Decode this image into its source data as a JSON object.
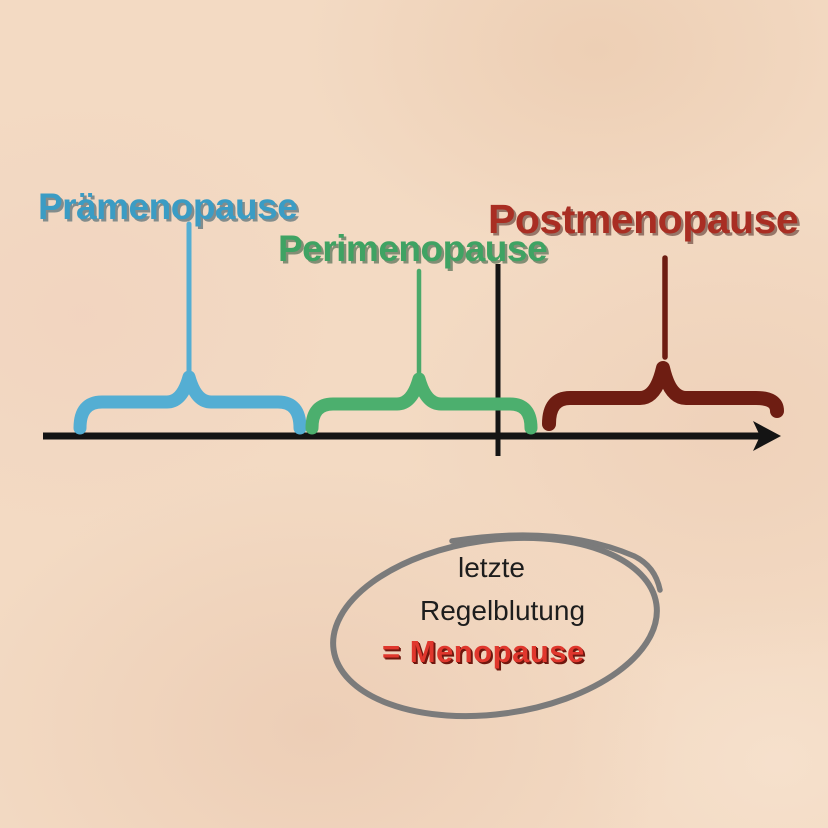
{
  "background": {
    "base_color": "#f3dac3",
    "patch_color": "#ecceb5"
  },
  "phases": [
    {
      "id": "praemenopause",
      "label": "Prämenopause",
      "label_color": "#3b9cc4",
      "line_color": "#54aed3",
      "brace_color": "#54aed3"
    },
    {
      "id": "perimenopause",
      "label": "Perimenopause",
      "label_color": "#3fa363",
      "line_color": "#4aa96a",
      "brace_color": "#4caf6e"
    },
    {
      "id": "postmenopause",
      "label": "Postmenopause",
      "label_color": "#a92e23",
      "line_color": "#6e1d12",
      "brace_color": "#6e1d12"
    }
  ],
  "timeline": {
    "axis_color": "#141414",
    "menopause_marker_color": "#141414"
  },
  "annotation": {
    "line1": "letzte",
    "line2": "Regelblutung",
    "line3": "= Menopause",
    "text_color": "#1d1d1d",
    "highlight_color": "#e0372d",
    "circle_color": "#7b7b7b"
  }
}
